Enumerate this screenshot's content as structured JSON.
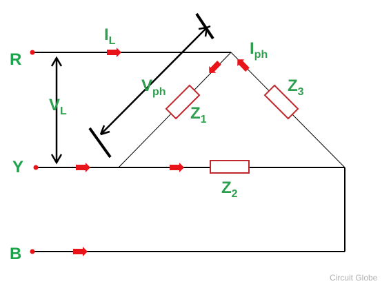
{
  "terminals": {
    "r": "R",
    "y": "Y",
    "b": "B"
  },
  "labels": {
    "il": {
      "main": "I",
      "sub": "L"
    },
    "iph": {
      "main": "I",
      "sub": "ph"
    },
    "vl": {
      "main": "V",
      "sub": "L"
    },
    "vph": {
      "main": "V",
      "sub": "ph"
    },
    "z1": {
      "main": "Z",
      "sub": "1"
    },
    "z2": {
      "main": "Z",
      "sub": "2"
    },
    "z3": {
      "main": "Z",
      "sub": "3"
    }
  },
  "credit": "Circuit Globe",
  "colors": {
    "wire": "#000000",
    "arrow": "#e8141a",
    "impedance": "#c0272d",
    "label": "#2e9e4f",
    "terminal": "#e8141a"
  }
}
